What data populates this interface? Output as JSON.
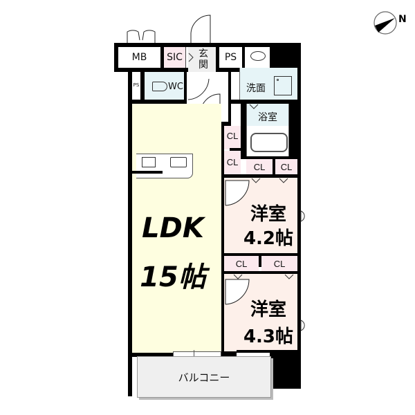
{
  "compass": {
    "label": "N",
    "icon": "north-arrow-icon"
  },
  "colors": {
    "ldk": "#fefee0",
    "bedroom": "#fdf0ea",
    "closet": "#fbe9ee",
    "wet": "#e6f4f7",
    "entrance": "#efefef",
    "balcony": "#efefef",
    "wall": "#000000"
  },
  "rooms": {
    "mb": "MB",
    "sic": "SIC",
    "genkan": "玄\n関",
    "genkan_top": "玄",
    "genkan_bottom": "関",
    "ps_top": "PS",
    "ps_small": "PS",
    "wc": "WC",
    "senmen": "洗面",
    "yokushitsu": "浴室",
    "cl_left_top": "CL",
    "cl_left_bottom": "CL",
    "cl_mid_left": "CL",
    "cl_mid_right": "CL",
    "cl_lower_left": "CL",
    "cl_lower_right": "CL",
    "ldk_name": "LDK",
    "ldk_size": "15帖",
    "bedroom1_name": "洋室",
    "bedroom1_size": "4.2帖",
    "bedroom2_name": "洋室",
    "bedroom2_size": "4.3帖",
    "balcony": "バルコニー"
  }
}
